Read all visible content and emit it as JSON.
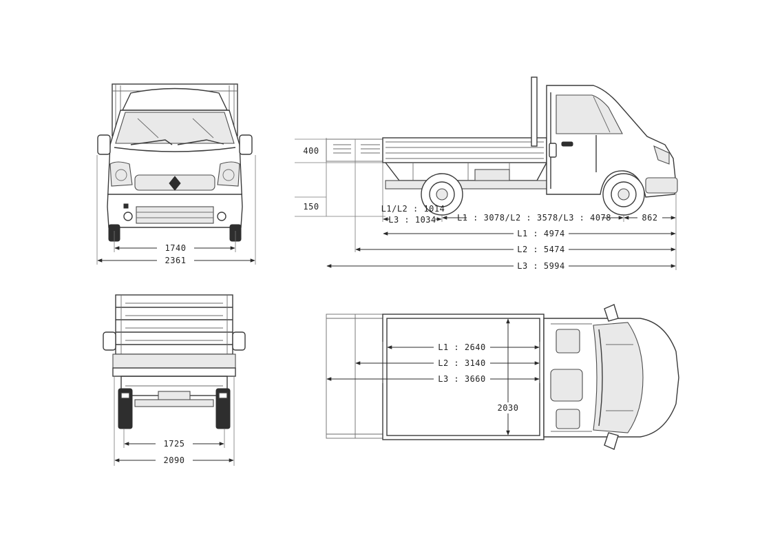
{
  "views": {
    "front": {
      "inner_track": "1740",
      "overall_width": "2361"
    },
    "side": {
      "deck_height": "400",
      "chassis_height": "150",
      "rear_overhang_l1l2": "L1/L2 : 1014",
      "rear_overhang_l3": "L3 : 1034",
      "wheelbase": "L1 : 3078/L2 : 3578/L3 : 4078",
      "front_overhang": "862",
      "length_l1": "L1 : 4974",
      "length_l2": "L2 : 5474",
      "length_l3": "L3 : 5994"
    },
    "rear": {
      "rear_track": "1725",
      "rear_width": "2090"
    },
    "top": {
      "platform_l1": "L1 : 2640",
      "platform_l2": "L2 : 3140",
      "platform_l3": "L3 : 3660",
      "platform_width": "2030"
    }
  },
  "colors": {
    "line": "#3a3a3a",
    "background": "#ffffff"
  }
}
